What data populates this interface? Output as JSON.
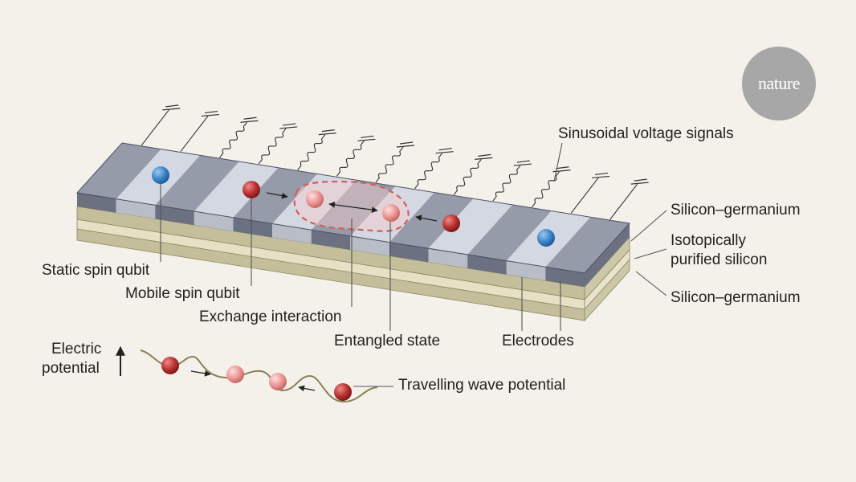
{
  "brand": {
    "logo": "nature"
  },
  "labels": {
    "voltage_signals": "Sinusoidal voltage signals",
    "sige_top": "Silicon–germanium",
    "isotopic_line1": "Isotopically",
    "isotopic_line2": "purified silicon",
    "sige_bottom": "Silicon–germanium",
    "static_qubit": "Static spin qubit",
    "mobile_qubit": "Mobile spin qubit",
    "exchange": "Exchange interaction",
    "entangled": "Entangled state",
    "electrodes": "Electrodes",
    "electric_line1": "Electric",
    "electric_line2": "potential",
    "travelling": "Travelling wave potential"
  },
  "colors": {
    "background": "#f3f1ea",
    "electrode_dark": "#959ba9",
    "electrode_light": "#d4d8e2",
    "side_dark": "#6b7180",
    "side_light": "#b9bdc8",
    "layer_sige": "#c4bf9a",
    "layer_silicon": "#e6e1c4",
    "qubit_static": "#3b84c9",
    "qubit_mobile": "#b8302f",
    "qubit_entangled": "#e88c8b",
    "entangle_outline": "#d25d58",
    "badge": "#a7a7a7"
  },
  "device": {
    "electrode_pattern": [
      "dark",
      "light",
      "dark",
      "light",
      "dark",
      "light",
      "dark",
      "light",
      "dark",
      "light",
      "dark",
      "light",
      "dark"
    ],
    "wire_signal_types": [
      "dc",
      "dc",
      "ac",
      "ac",
      "ac",
      "ac",
      "ac",
      "ac",
      "ac",
      "ac",
      "ac",
      "dc",
      "dc"
    ]
  }
}
